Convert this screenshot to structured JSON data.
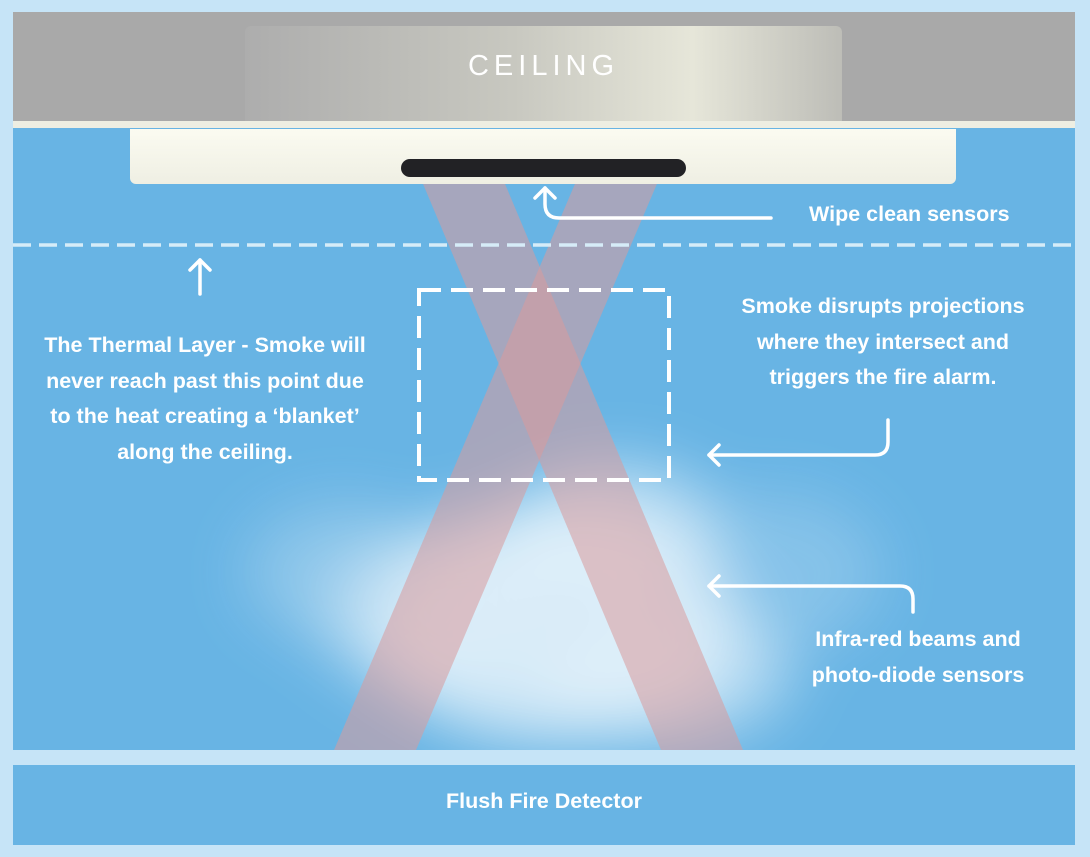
{
  "ceiling": {
    "label": "CEILING"
  },
  "labels": {
    "wipe_clean": "Wipe clean sensors",
    "thermal_layer": [
      "The Thermal Layer - Smoke will",
      "never reach past this point due",
      "to the heat creating a ‘blanket’",
      "along the ceiling."
    ],
    "smoke_disrupts": [
      "Smoke disrupts projections",
      "where they intersect and",
      "triggers the fire alarm."
    ],
    "infra_red": [
      "Infra-red beams and",
      "photo-diode sensors"
    ]
  },
  "footer": {
    "title": "Flush Fire Detector"
  },
  "colors": {
    "background": "#68b4e4",
    "border": "#c6e4f7",
    "ceiling": "#a9a9a9",
    "beam": "#d99a9c",
    "text": "#ffffff"
  },
  "icons": [
    "arrow-up-icon",
    "arrow-left-icon"
  ]
}
